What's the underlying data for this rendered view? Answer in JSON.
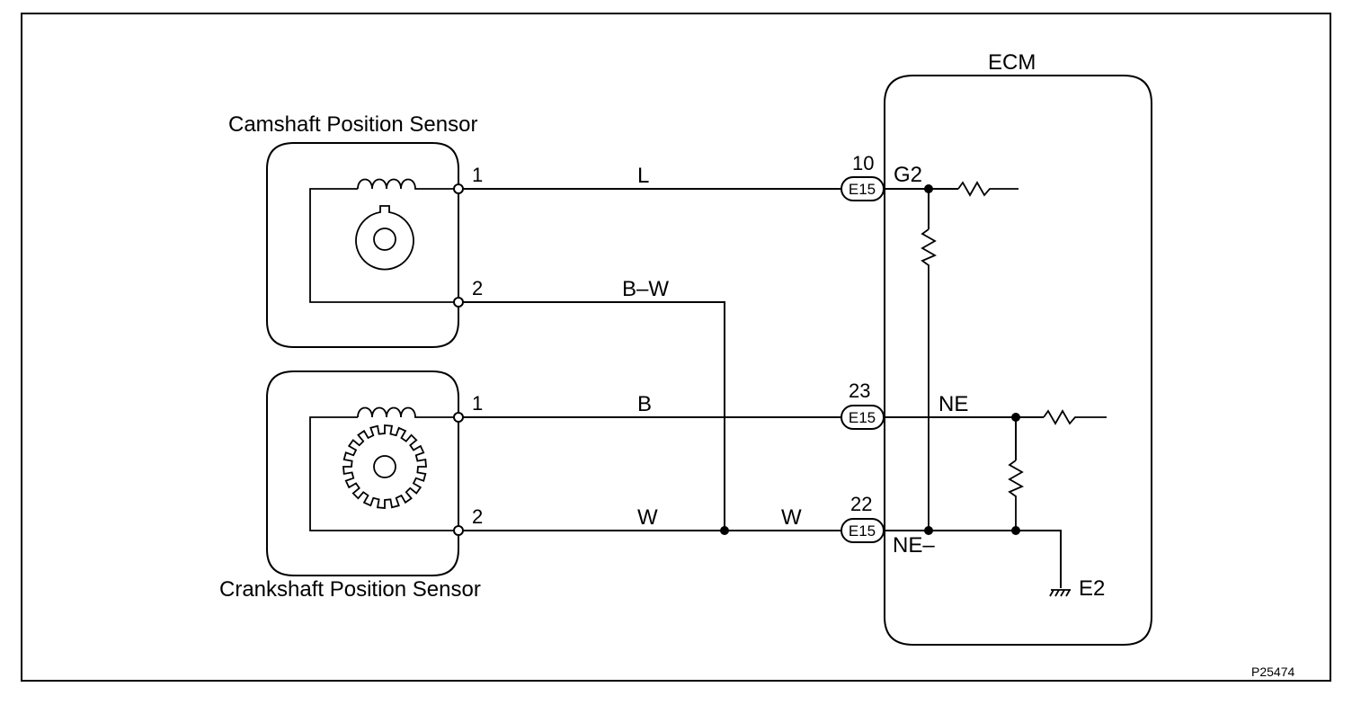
{
  "figure_id": "P25474",
  "camshaft_sensor": {
    "title": "Camshaft Position Sensor",
    "pin1": "1",
    "pin2": "2"
  },
  "crankshaft_sensor": {
    "title": "Crankshaft Position Sensor",
    "pin1": "1",
    "pin2": "2"
  },
  "ecm": {
    "title": "ECM",
    "terminals": [
      {
        "pin": "10",
        "connector": "E15",
        "signal": "G2"
      },
      {
        "pin": "23",
        "connector": "E15",
        "signal": "NE"
      },
      {
        "pin": "22",
        "connector": "E15",
        "signal": "NE–"
      }
    ],
    "ground_label": "E2"
  },
  "wires": [
    {
      "color": "L"
    },
    {
      "color": "B–W"
    },
    {
      "color": "B"
    },
    {
      "color": "W"
    },
    {
      "color": "W"
    }
  ]
}
